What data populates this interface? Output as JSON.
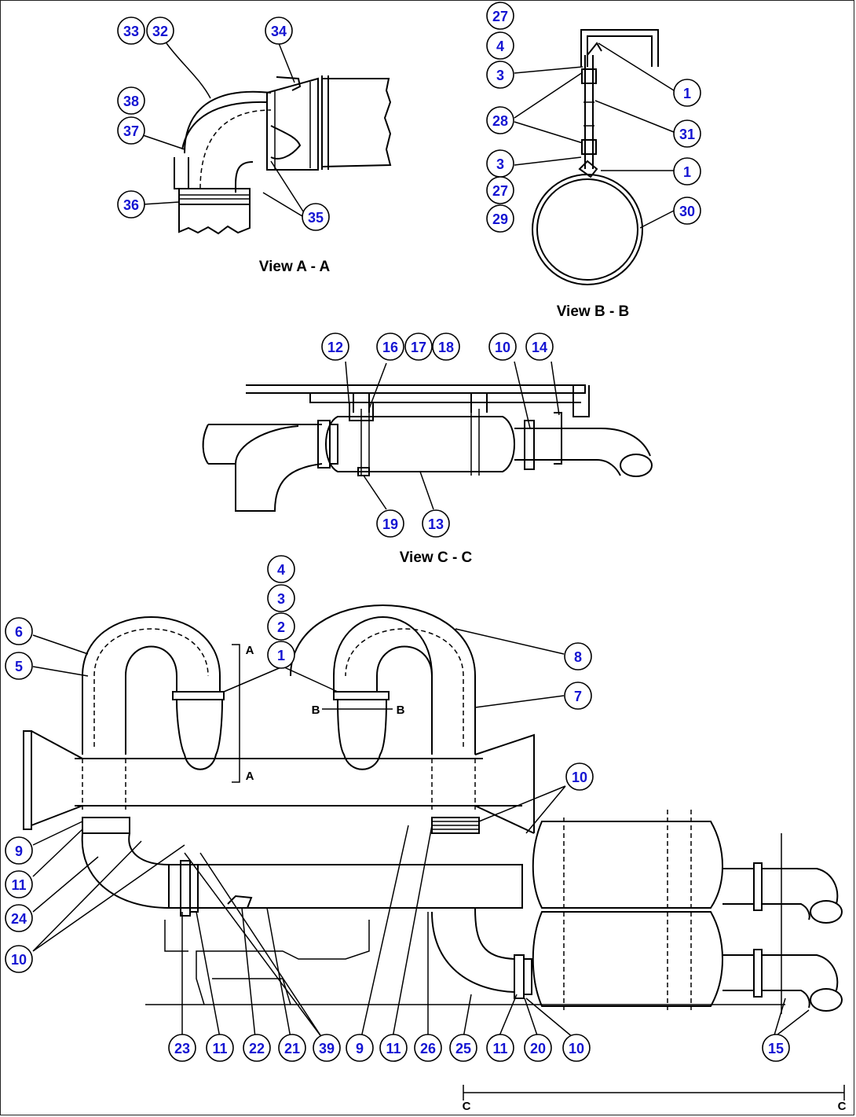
{
  "view_labels": {
    "a": "View A - A",
    "b": "View B - B",
    "c": "View C - C"
  },
  "section_letters": {
    "a_top": "A",
    "a_bottom": "A",
    "b_left": "B",
    "b_right": "B",
    "c_left": "C",
    "c_right": "C"
  },
  "callouts": [
    {
      "id": "c33",
      "text": "33"
    },
    {
      "id": "c32",
      "text": "32"
    },
    {
      "id": "c34",
      "text": "34"
    },
    {
      "id": "c38",
      "text": "38"
    },
    {
      "id": "c37",
      "text": "37"
    },
    {
      "id": "c36",
      "text": "36"
    },
    {
      "id": "c35",
      "text": "35"
    },
    {
      "id": "b27a",
      "text": "27"
    },
    {
      "id": "b4",
      "text": "4"
    },
    {
      "id": "b3a",
      "text": "3"
    },
    {
      "id": "b28",
      "text": "28"
    },
    {
      "id": "b3b",
      "text": "3"
    },
    {
      "id": "b27b",
      "text": "27"
    },
    {
      "id": "b29",
      "text": "29"
    },
    {
      "id": "b1a",
      "text": "1"
    },
    {
      "id": "b31",
      "text": "31"
    },
    {
      "id": "b1b",
      "text": "1"
    },
    {
      "id": "b30",
      "text": "30"
    },
    {
      "id": "cc12",
      "text": "12"
    },
    {
      "id": "cc16",
      "text": "16"
    },
    {
      "id": "cc17",
      "text": "17"
    },
    {
      "id": "cc18",
      "text": "18"
    },
    {
      "id": "cc10",
      "text": "10"
    },
    {
      "id": "cc14",
      "text": "14"
    },
    {
      "id": "cc19",
      "text": "19"
    },
    {
      "id": "cc13",
      "text": "13"
    },
    {
      "id": "m4",
      "text": "4"
    },
    {
      "id": "m3",
      "text": "3"
    },
    {
      "id": "m2",
      "text": "2"
    },
    {
      "id": "m1",
      "text": "1"
    },
    {
      "id": "m6",
      "text": "6"
    },
    {
      "id": "m5",
      "text": "5"
    },
    {
      "id": "m8",
      "text": "8"
    },
    {
      "id": "m7",
      "text": "7"
    },
    {
      "id": "m10r",
      "text": "10"
    },
    {
      "id": "m9",
      "text": "9"
    },
    {
      "id": "m11l",
      "text": "11"
    },
    {
      "id": "m24",
      "text": "24"
    },
    {
      "id": "m10l",
      "text": "10"
    },
    {
      "id": "m23",
      "text": "23"
    },
    {
      "id": "m11a",
      "text": "11"
    },
    {
      "id": "m22",
      "text": "22"
    },
    {
      "id": "m21",
      "text": "21"
    },
    {
      "id": "m39",
      "text": "39"
    },
    {
      "id": "m9b",
      "text": "9"
    },
    {
      "id": "m11b",
      "text": "11"
    },
    {
      "id": "m26",
      "text": "26"
    },
    {
      "id": "m25",
      "text": "25"
    },
    {
      "id": "m11c",
      "text": "11"
    },
    {
      "id": "m20",
      "text": "20"
    },
    {
      "id": "m10b",
      "text": "10"
    },
    {
      "id": "m15",
      "text": "15"
    }
  ]
}
